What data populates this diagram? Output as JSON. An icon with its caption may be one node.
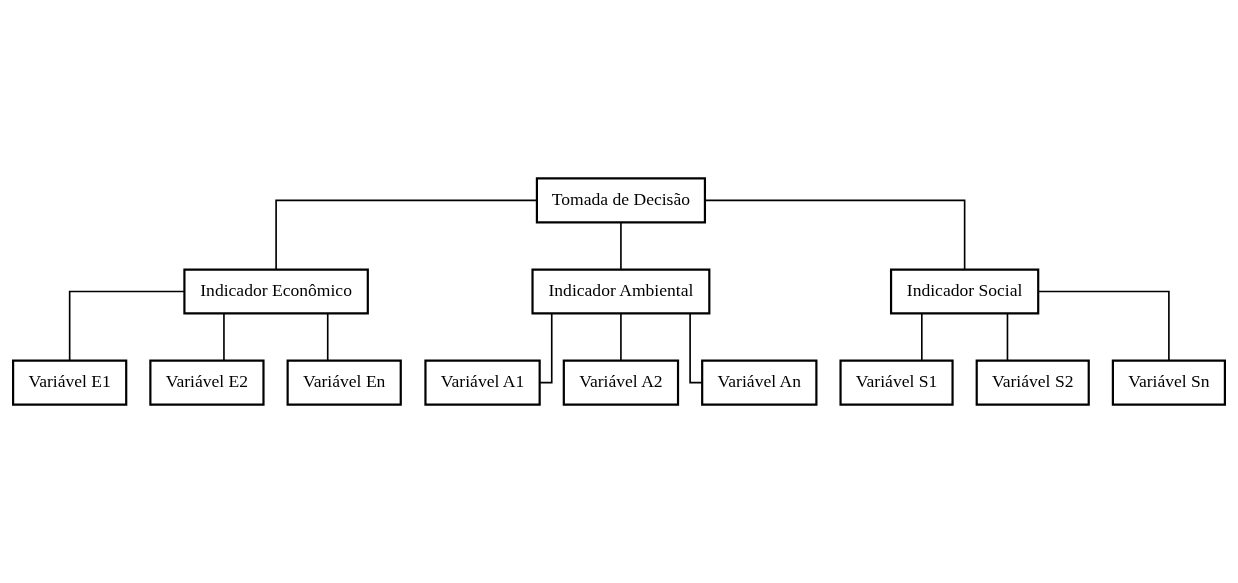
{
  "diagram": {
    "nodes": [
      {
        "text": [
          "Tomada de Decisão"
        ]
      },
      {
        "text": [
          "Indicador Econômico"
        ]
      },
      {
        "text": [
          "Indicador Ambiental"
        ]
      },
      {
        "text": [
          "Indicador Social"
        ]
      },
      {
        "text": [
          "Variável E1"
        ]
      },
      {
        "text": [
          "Variável E2"
        ]
      },
      {
        "text": [
          "Variável En"
        ]
      },
      {
        "text": [
          "Variável A1"
        ]
      },
      {
        "text": [
          "Variável A2"
        ]
      },
      {
        "text": [
          "Variável An"
        ]
      },
      {
        "text": [
          "Variável S1"
        ]
      },
      {
        "text": [
          "Variável S2"
        ]
      },
      {
        "text": [
          "Variável Sn"
        ]
      }
    ],
    "edges": [
      {
        "from": 0,
        "to": 1,
        "arrow": "none"
      },
      {
        "from": 0,
        "to": 2,
        "arrow": "none"
      },
      {
        "from": 0,
        "to": 3,
        "arrow": "none"
      },
      {
        "from": 1,
        "to": 4,
        "arrow": "none"
      },
      {
        "from": 1,
        "to": 5,
        "arrow": "none"
      },
      {
        "from": 1,
        "to": 6,
        "arrow": "none"
      },
      {
        "from": 2,
        "to": 7,
        "arrow": "none"
      },
      {
        "from": 2,
        "to": 8,
        "arrow": "none"
      },
      {
        "from": 2,
        "to": 9,
        "arrow": "none"
      },
      {
        "from": 3,
        "to": 10,
        "arrow": "none"
      },
      {
        "from": 3,
        "to": 11,
        "arrow": "none"
      },
      {
        "from": 3,
        "to": 12,
        "arrow": "none"
      }
    ]
  }
}
